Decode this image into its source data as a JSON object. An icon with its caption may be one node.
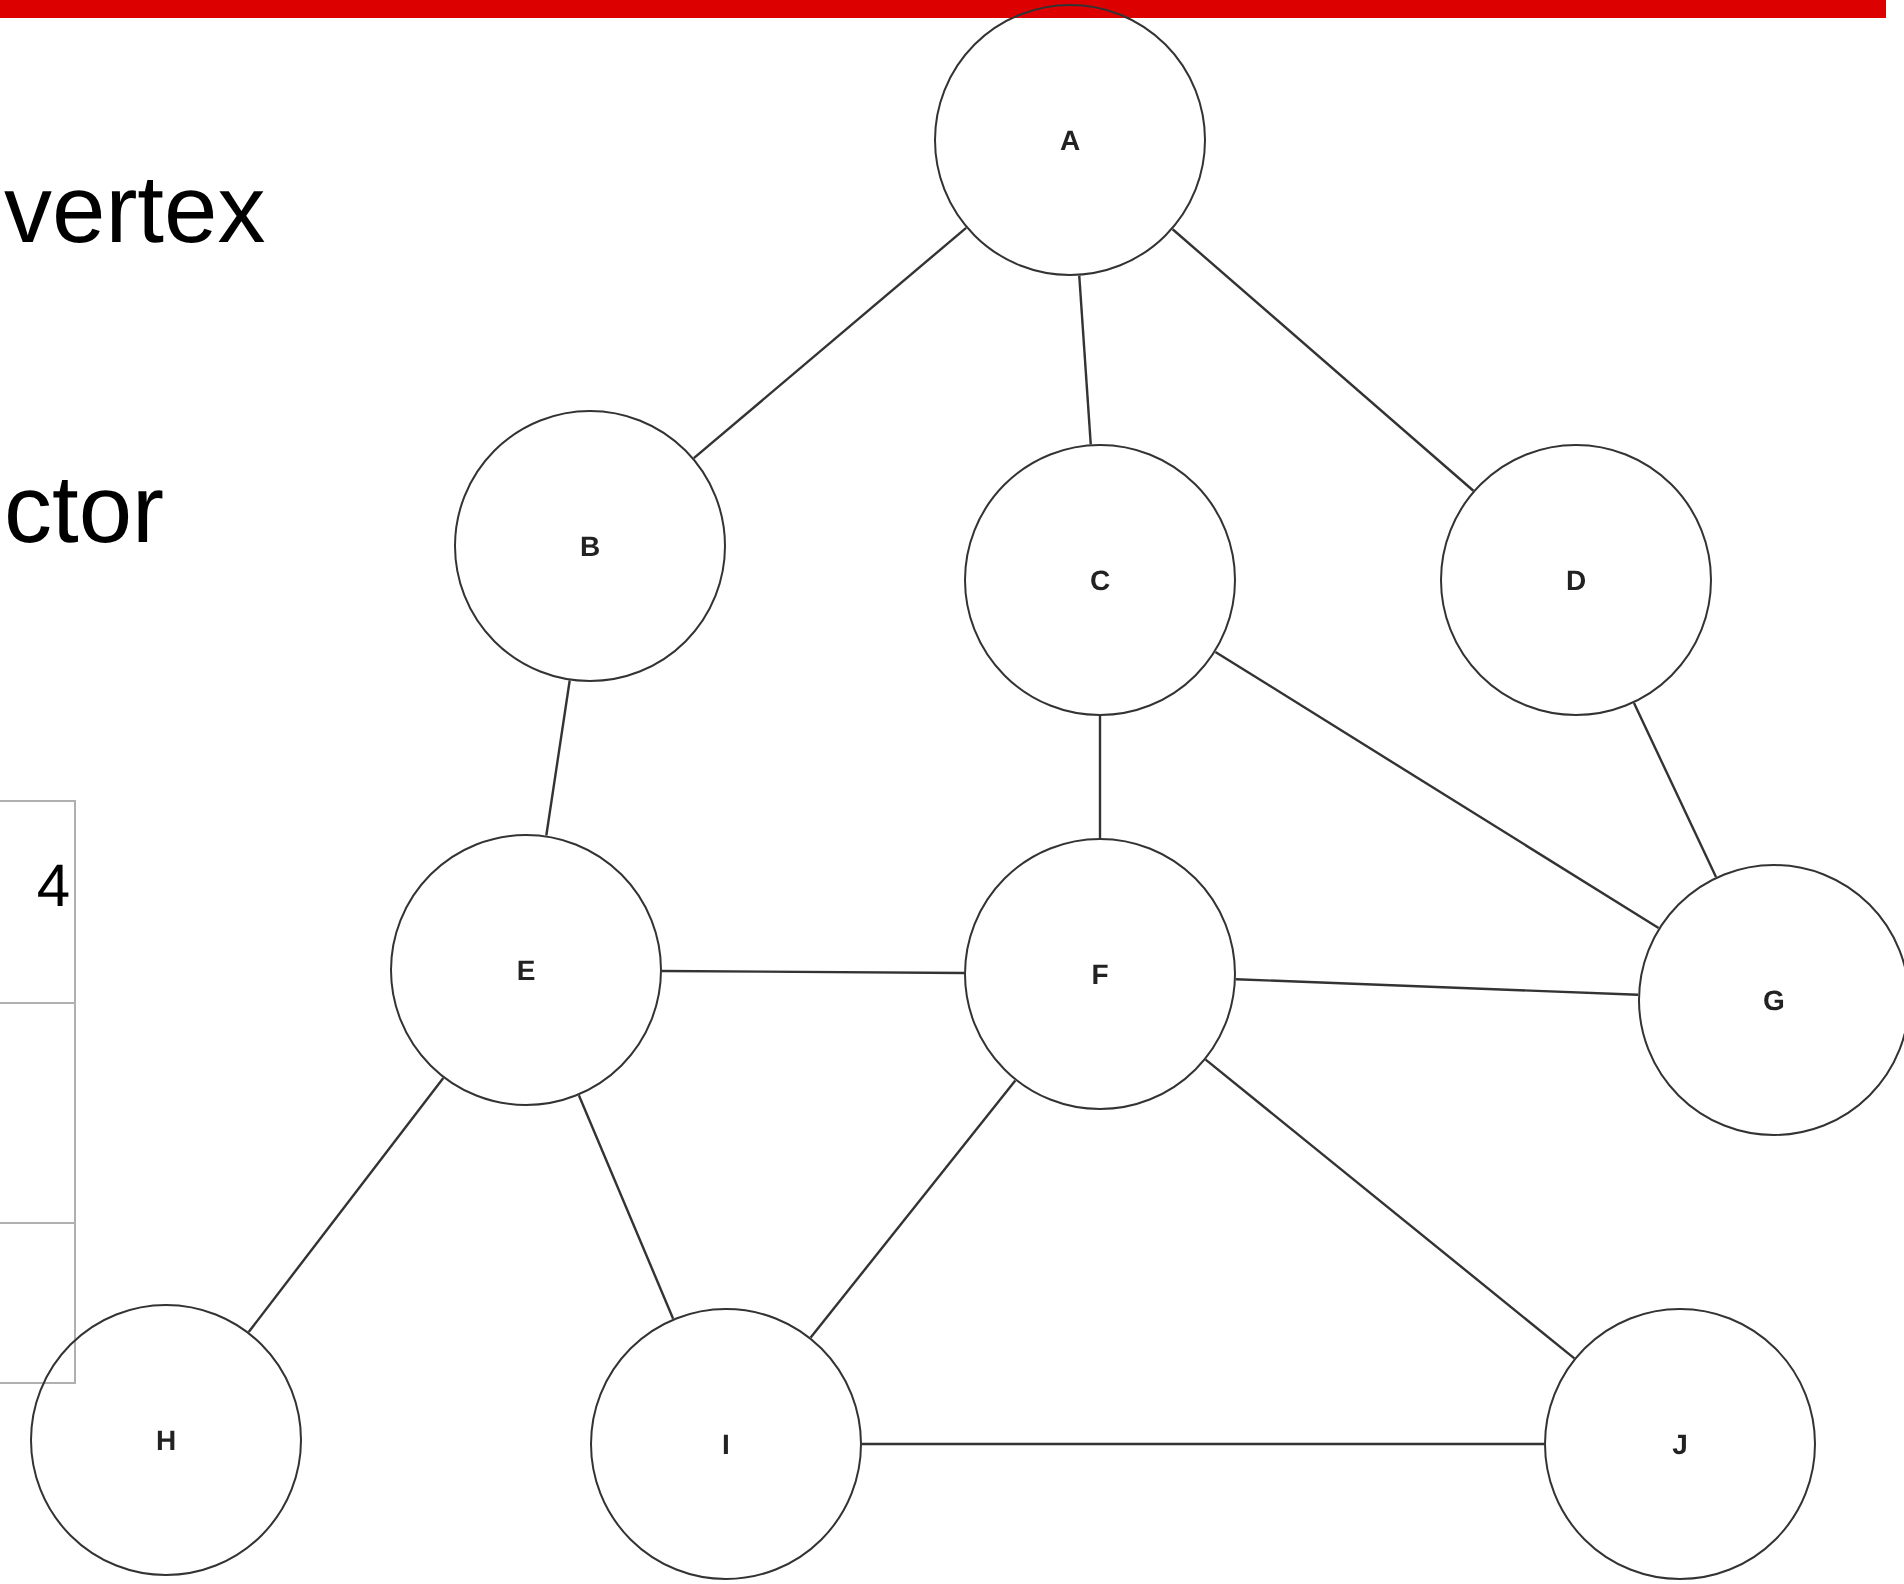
{
  "diagram": {
    "nodes": [
      {
        "text": [
          "A"
        ]
      },
      {
        "text": [
          "B"
        ]
      },
      {
        "text": [
          "C"
        ]
      },
      {
        "text": [
          "D"
        ]
      },
      {
        "text": [
          "E"
        ]
      },
      {
        "text": [
          "F"
        ]
      },
      {
        "text": [
          "G"
        ]
      },
      {
        "text": [
          "H"
        ]
      },
      {
        "text": [
          "I"
        ]
      },
      {
        "text": [
          "J"
        ]
      }
    ],
    "edges": [
      {
        "from": 0,
        "to": 1,
        "arrow": "none"
      },
      {
        "from": 0,
        "to": 2,
        "arrow": "none"
      },
      {
        "from": 0,
        "to": 3,
        "arrow": "none"
      },
      {
        "from": 1,
        "to": 4,
        "arrow": "none"
      },
      {
        "from": 2,
        "to": 5,
        "arrow": "none"
      },
      {
        "from": 2,
        "to": 6,
        "arrow": "none"
      },
      {
        "from": 3,
        "to": 6,
        "arrow": "none"
      },
      {
        "from": 4,
        "to": 5,
        "arrow": "none"
      },
      {
        "from": 4,
        "to": 7,
        "arrow": "none"
      },
      {
        "from": 4,
        "to": 8,
        "arrow": "none"
      },
      {
        "from": 5,
        "to": 6,
        "arrow": "none"
      },
      {
        "from": 5,
        "to": 8,
        "arrow": "none"
      },
      {
        "from": 5,
        "to": 9,
        "arrow": "none"
      },
      {
        "from": 8,
        "to": 9,
        "arrow": "none"
      }
    ],
    "labels": [
      "vertex",
      "ctor",
      "4"
    ]
  }
}
